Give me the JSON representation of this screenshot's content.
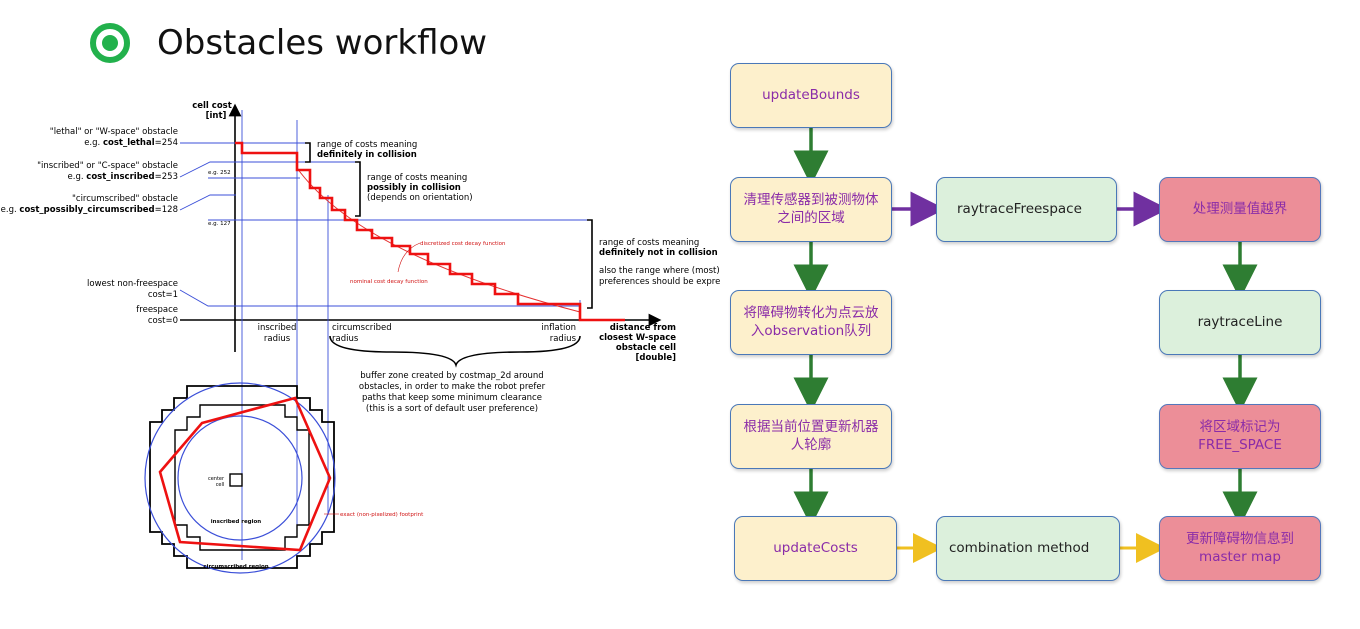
{
  "title": "Obstacles workflow",
  "costmap_figure": {
    "y_axis_label_1": "cell cost",
    "y_axis_label_2": "[int]",
    "lethal_label": "\"lethal\" or \"W-space\" obstacle",
    "lethal_eg_prefix": "e.g. ",
    "lethal_eg_bold": "cost_lethal",
    "lethal_eg_value": "=254",
    "inscribed_label": "\"inscribed\" or \"C-space\" obstacle",
    "inscribed_eg_prefix": "e.g. ",
    "inscribed_eg_bold": "cost_inscribed",
    "inscribed_eg_value": "=253",
    "circumscribed_label": "\"circumscribed\" obstacle",
    "circumscribed_eg_prefix": "e.g. ",
    "circumscribed_eg_bold": "cost_possibly_circumscribed",
    "circumscribed_eg_value": "=128",
    "lowest_label_1": "lowest non-freespace",
    "lowest_label_2": "cost=1",
    "freespace_label_1": "freespace",
    "freespace_label_2": "cost=0",
    "eg252": "e.g. 252",
    "eg127": "e.g. 127",
    "range1_line1": "range of costs meaning",
    "range1_line2": "definitely in collision",
    "range2_line1": "range of costs meaning",
    "range2_line2": "possibly in collision",
    "range2_line3": "(depends on orientation)",
    "range3_line1": "range of costs meaning",
    "range3_line2": "definitely not in collision",
    "range3_line3": "also the range where (most) user",
    "range3_line4": "preferences should be expressed",
    "discretized_label": "discretized cost decay function",
    "nominal_label": "nominal cost decay function",
    "inscribed_radius_1": "inscribed",
    "inscribed_radius_2": "radius",
    "circumscribed_radius_1": "circumscribed",
    "circumscribed_radius_2": "radius",
    "inflation_radius_1": "inflation",
    "inflation_radius_2": "radius",
    "distance_label_1": "distance from",
    "distance_label_2": "closest W-space",
    "distance_label_3": "obstacle cell",
    "distance_label_4": "[double]",
    "buffer_line1": "buffer zone created by costmap_2d around",
    "buffer_line2": "obstacles, in order to make the robot prefer",
    "buffer_line3": "paths that keep some minimum clearance",
    "buffer_line4": "(this is a sort of default user preference)",
    "center_cell_1": "center",
    "center_cell_2": "cell",
    "exact_footprint": "exact (non-pixelized) footprint",
    "inscribed_region": "inscribed region",
    "circumscribed_region": "circumscribed region"
  },
  "flowchart": {
    "nodes": {
      "updateBounds": "updateBounds",
      "clear_area": "清理传感器到被测物体之间的区域",
      "raytraceFreespace": "raytraceFreespace",
      "handle_out_of_bounds": "处理测量值越界",
      "to_pointcloud": "将障碍物转化为点云放入observation队列",
      "raytraceLine": "raytraceLine",
      "update_footprint": "根据当前位置更新机器人轮廓",
      "mark_free_space": "将区域标记为FREE_SPACE",
      "updateCosts": "updateCosts",
      "combination_method": "combination method",
      "update_master": "更新障碍物信息到master map"
    },
    "colors": {
      "green_arrow": "#2e7d32",
      "purple_arrow": "#7030a0",
      "yellow_arrow": "#f0c020",
      "yellow_node": "#fdf0cc",
      "green_node": "#dcf0dc",
      "red_node": "#ec8e98",
      "node_text_purple": "#8a2ca8"
    }
  }
}
